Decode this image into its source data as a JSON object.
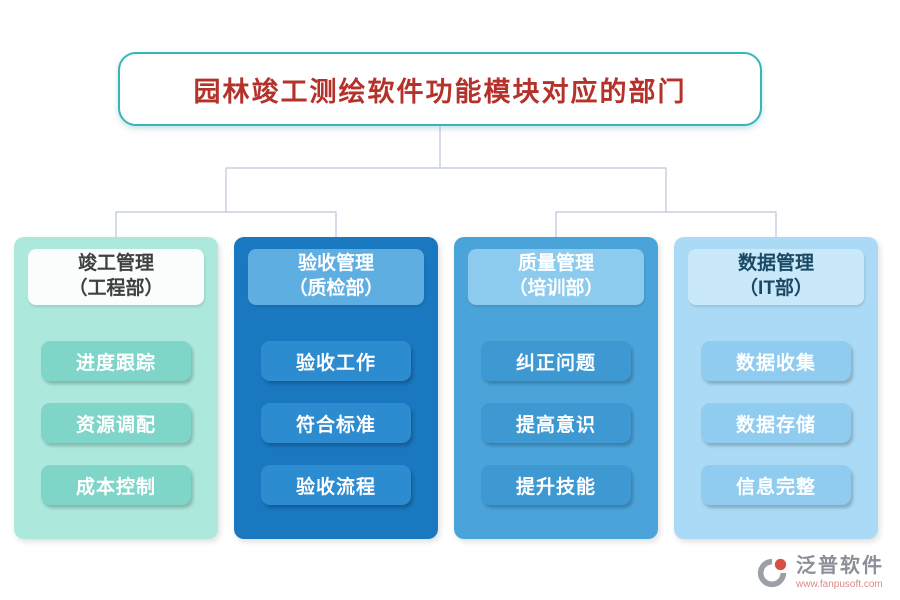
{
  "title": {
    "text": "园林竣工测绘软件功能模块对应的部门",
    "text_color": "#b5322b",
    "border_color": "#35b6b8"
  },
  "colors": {
    "connector": "#c9cfe0",
    "page_background": "#ffffff"
  },
  "columns": [
    {
      "name": "竣工管理",
      "dept": "（工程部）",
      "items": [
        "进度跟踪",
        "资源调配",
        "成本控制"
      ],
      "card_color": "#ace8dc",
      "header_bg": "#f9fefd",
      "header_text_color": "#3f4040",
      "item_bg": "#7fd5c8",
      "item_text_color": "#ffffff"
    },
    {
      "name": "验收管理",
      "dept": "（质检部）",
      "items": [
        "验收工作",
        "符合标准",
        "验收流程"
      ],
      "card_color": "#1a78c0",
      "header_bg": "#5eaee2",
      "header_text_color": "#ffffff",
      "item_bg": "#2d8bd0",
      "item_text_color": "#ffffff"
    },
    {
      "name": "质量管理",
      "dept": "（培训部）",
      "items": [
        "纠正问题",
        "提高意识",
        "提升技能"
      ],
      "card_color": "#4aa4da",
      "header_bg": "#8ccaee",
      "header_text_color": "#ffffff",
      "item_bg": "#3e98d2",
      "item_text_color": "#ffffff"
    },
    {
      "name": "数据管理",
      "dept": "（IT部）",
      "items": [
        "数据收集",
        "数据存储",
        "信息完整"
      ],
      "card_color": "#aadaf5",
      "header_bg": "#c9e9fb",
      "header_text_color": "#1b4965",
      "item_bg": "#8fccf0",
      "item_text_color": "#ffffff"
    }
  ],
  "footer": {
    "brand": "泛普软件",
    "url": "www.fanpusoft.com"
  }
}
